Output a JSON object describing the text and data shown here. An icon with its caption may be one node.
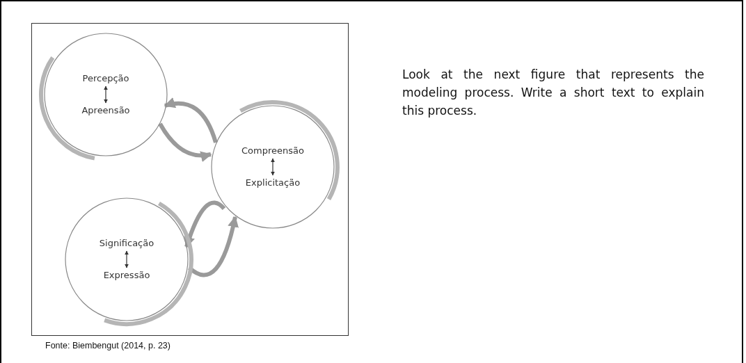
{
  "diagram": {
    "caption": "Fonte: Biembengut (2014, p. 23)",
    "nodes": [
      {
        "text": [],
        "shape": "circle"
      },
      {
        "text": [
          "Percepção"
        ],
        "in": 0
      },
      {
        "text": [
          "Apreensão"
        ],
        "in": 0
      },
      {
        "text": [],
        "shape": "circle"
      },
      {
        "text": [
          "Compreensão"
        ],
        "in": 3
      },
      {
        "text": [
          "Explicitação"
        ],
        "in": 3
      },
      {
        "text": [],
        "shape": "circle"
      },
      {
        "text": [
          "Significação"
        ],
        "in": 6
      },
      {
        "text": [
          "Expressão"
        ],
        "in": 6
      }
    ],
    "edges": [
      {
        "from": 1,
        "to": 2,
        "arrow": "both",
        "color": "#333333"
      },
      {
        "from": 3,
        "to": 0,
        "arrow": "to"
      },
      {
        "from": 0,
        "to": 3,
        "arrow": "to"
      },
      {
        "from": 4,
        "to": 5,
        "arrow": "both",
        "color": "#333333"
      },
      {
        "from": 6,
        "to": 3,
        "arrow": "to"
      },
      {
        "from": 3,
        "to": 6,
        "arrow": "to"
      },
      {
        "from": 7,
        "to": 8,
        "arrow": "both",
        "color": "#333333"
      }
    ],
    "labels": [
      "Look at the next figure that represents the modeling process. Write a short text to explain this process."
    ]
  }
}
